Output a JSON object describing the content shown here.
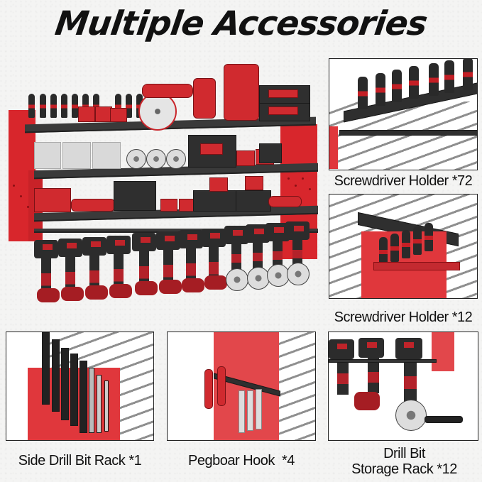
{
  "title": "Multiple Accessories",
  "hero": {
    "description": "Wall-mounted tool rack with screwdrivers, saws, batteries, drills and grinders",
    "colors": {
      "accent": "#d8262c",
      "frame": "#2f2f2f",
      "background": "#f4f4f3"
    }
  },
  "panels": [
    {
      "id": "screwdriver-holder-72",
      "caption": "Screwdriver Holder *72"
    },
    {
      "id": "screwdriver-holder-12",
      "caption": "Screwdriver Holder *12"
    },
    {
      "id": "side-drill-bit-rack",
      "caption": "Side Drill Bit Rack *1"
    },
    {
      "id": "pegboard-hook",
      "caption": "Pegboar Hook  *4"
    },
    {
      "id": "drill-bit-storage-rack",
      "caption_line1": "Drill Bit",
      "caption_line2": "Storage Rack *12"
    }
  ]
}
